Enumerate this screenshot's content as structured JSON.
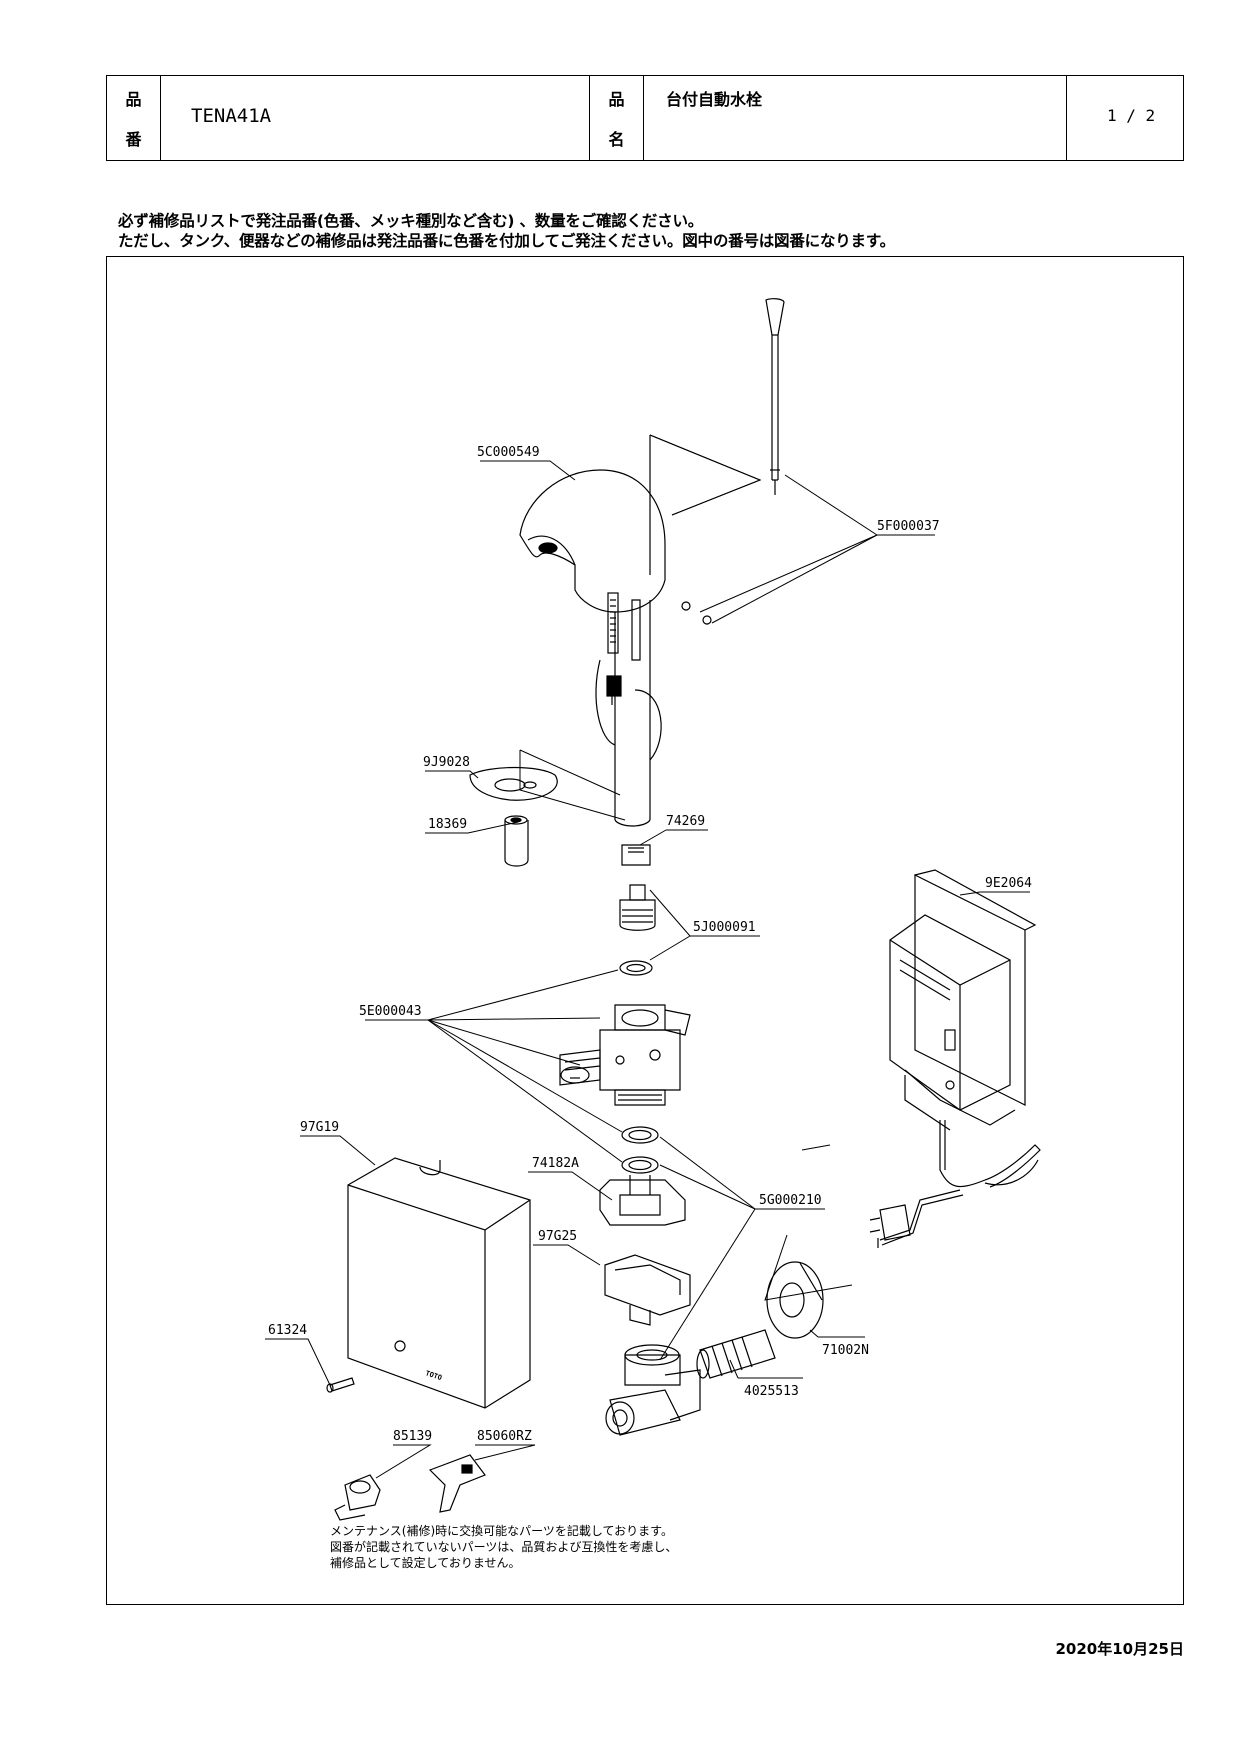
{
  "header": {
    "hinban_label_1": "品",
    "hinban_label_2": "番",
    "hinban_value": "TENA41A",
    "hinmei_label_1": "品",
    "hinmei_label_2": "名",
    "hinmei_value": "台付自動水栓",
    "page": "1 / 2"
  },
  "notice": {
    "line1": "必ず補修品リストで発注品番(色番、メッキ種別など含む) 、数量をご確認ください。",
    "line2": "ただし、タンク、便器などの補修品は発注品番に色番を付加してご発注ください。図中の番号は図番になります。"
  },
  "parts": {
    "p_5C000549": "5C000549",
    "p_5F000037": "5F000037",
    "p_9J9028": "9J9028",
    "p_18369": "18369",
    "p_74269": "74269",
    "p_9E2064": "9E2064",
    "p_5J000091": "5J000091",
    "p_5E000043": "5E000043",
    "p_97G19": "97G19",
    "p_74182A": "74182A",
    "p_5G000210": "5G000210",
    "p_97G25": "97G25",
    "p_61324": "61324",
    "p_71002N": "71002N",
    "p_4025513": "4025513",
    "p_85139": "85139",
    "p_85060RZ": "85060RZ",
    "brand_mark": "TOTO"
  },
  "footnote": {
    "line1": "メンテナンス(補修)時に交換可能なパーツを記載しております。",
    "line2": "図番が記載されていないパーツは、品質および互換性を考慮し、",
    "line3": "補修品として設定しておりません。"
  },
  "date": "2020年10月25日"
}
